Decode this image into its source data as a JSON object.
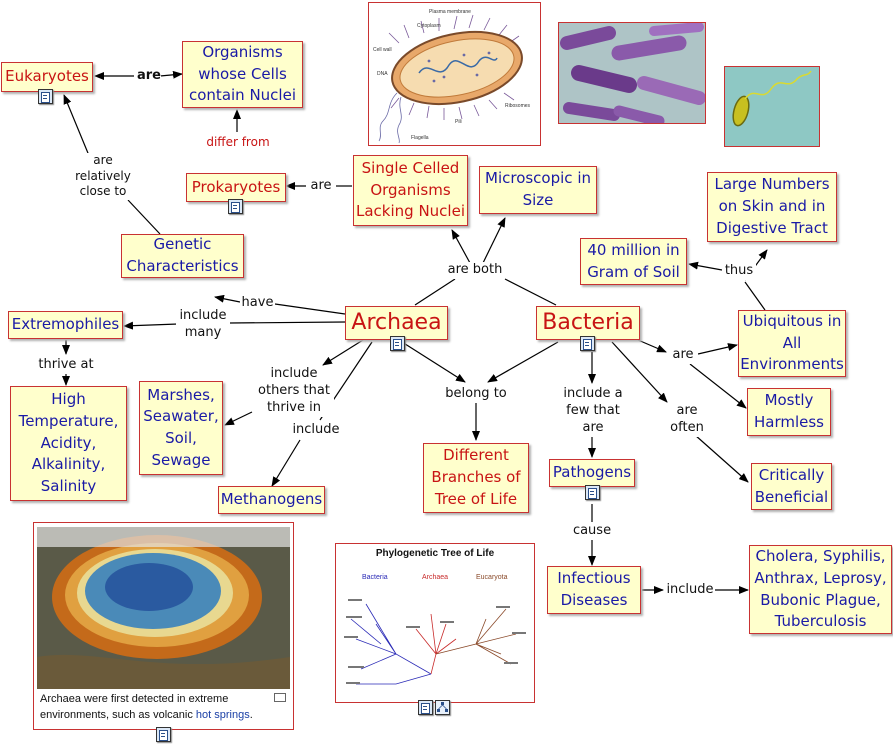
{
  "nodes": {
    "eukaryotes": "Eukaryotes",
    "organisms_nuclei": "Organisms whose Cells contain Nuclei",
    "prokaryotes": "Prokaryotes",
    "single_celled": "Single Celled Organisms Lacking Nuclei",
    "microscopic": "Microscopic in Size",
    "large_numbers": "Large Numbers on Skin and in Digestive Tract",
    "forty_million": "40 million in Gram of Soil",
    "genetic": "Genetic Characteristics",
    "extremophiles": "Extremophiles",
    "archaea": "Archaea",
    "bacteria": "Bacteria",
    "ubiquitous": "Ubiquitous in All Environments",
    "high_temp": "High Temperature, Acidity, Alkalinity, Salinity",
    "marshes": "Marshes, Seawater, Soil, Sewage",
    "different_branches": "Different Branches of Tree of Life",
    "mostly_harmless": "Mostly Harmless",
    "pathogens": "Pathogens",
    "critically": "Critically Beneficial",
    "methanogens": "Methanogens",
    "infectious": "Infectious Diseases",
    "cholera": "Cholera, Syphilis, Anthrax, Leprosy, Bubonic Plague, Tuberculosis"
  },
  "links": {
    "are_euk": "are",
    "differ_from": "differ from",
    "are_relatively": "are relatively close to",
    "are_prok": "are",
    "are_both": "are both",
    "thus": "thus",
    "have": "have",
    "include_many": "include many",
    "thrive_at": "thrive at",
    "include_others": "include others that thrive in",
    "include_meth": "include",
    "belong_to": "belong to",
    "include_few": "include a few that are",
    "are_bact": "are",
    "are_often": "are often",
    "cause": "cause",
    "include_dis": "include"
  },
  "images": {
    "phylo_title": "Phylogenetic Tree of Life",
    "phylo_bacteria": "Bacteria",
    "phylo_archaea": "Archaea",
    "phylo_eucaryota": "Eucaryota",
    "diagram_labels": [
      "Plasma membrane",
      "Cytoplasm",
      "Cell wall",
      "DNA",
      "Ribosomes",
      "Flagella",
      "Pili"
    ],
    "hotspring_caption": "Archaea were first detected in extreme environments, such as volcanic",
    "hotspring_link": "hot springs",
    "hotspring_end": "."
  },
  "colors": {
    "node_fill": "#ffffcc",
    "node_border": "#c83232",
    "blue_text": "#1a1aa6",
    "red_text": "#c81414"
  }
}
